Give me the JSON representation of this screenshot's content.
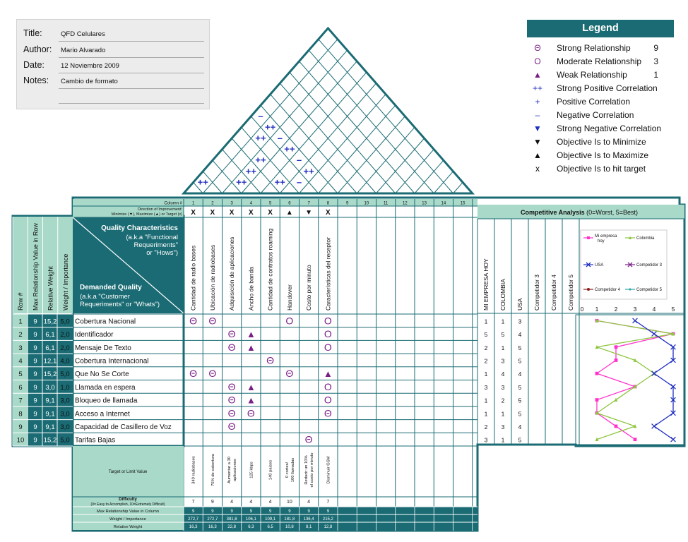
{
  "info": {
    "title_label": "Title:",
    "title": "QFD Celulares",
    "author_label": "Author:",
    "author": "Mario Alvarado",
    "date_label": "Date:",
    "date": "12 Noviembre 2009",
    "notes_label": "Notes:",
    "notes": "Cambio de formato"
  },
  "legend": {
    "header": "Legend",
    "items": [
      {
        "symbol": "Θ",
        "label": "Strong Relationship",
        "weight": "9",
        "color": "#7a1f85"
      },
      {
        "symbol": "O",
        "label": "Moderate Relationship",
        "weight": "3",
        "color": "#7a1f85"
      },
      {
        "symbol": "▲",
        "label": "Weak Relationship",
        "weight": "1",
        "color": "#7a1f85"
      },
      {
        "symbol": "++",
        "label": "Strong Positive Correlation",
        "weight": "",
        "color": "#1f2fbf"
      },
      {
        "symbol": "+",
        "label": "Positive Correlation",
        "weight": "",
        "color": "#1f2fbf"
      },
      {
        "symbol": "–",
        "label": "Negative Correlation",
        "weight": "",
        "color": "#1f2fbf"
      },
      {
        "symbol": "▼",
        "label": "Strong Negative Correlation",
        "weight": "",
        "color": "#1f2fbf"
      },
      {
        "symbol": "▼",
        "label": "Objective Is to Minimize",
        "weight": "",
        "color": "#111111"
      },
      {
        "symbol": "▲",
        "label": "Objective Is to Maximize",
        "weight": "",
        "color": "#111111"
      },
      {
        "symbol": "x",
        "label": "Objective Is to hit target",
        "weight": "",
        "color": "#111111"
      }
    ]
  },
  "labels": {
    "column_num": "Column #",
    "direction1": "Direction of Improvement:",
    "direction2": "Minimize (▼), Maximize (▲) or Target (x)",
    "quality_title": "Quality Characteristics",
    "quality_sub": [
      "(a.k.a \"Functional",
      "Requeriments\"",
      "or \"Hows\")"
    ],
    "demanded_title": "Demanded Quality",
    "demanded_sub": [
      "(a.k.a \"Customer",
      "Requeriments\" or \"Whats\")"
    ],
    "row_headers": [
      "Row #",
      "Max Relationship Value in Row",
      "Relative Weight",
      "Weight / Importance"
    ],
    "competitive_title": "Competitive Analysis",
    "competitive_note": "(0=Worst, 5=Best)",
    "target_label": "Target or Limit Value",
    "difficulty_label": "Difficulty",
    "difficulty_note": "(0= Easy to Accomplish, 10=Extremely Difficult)",
    "maxrel_label": "Max Relationship Value in Column",
    "weight_label": "Weight / Importance",
    "relweight_label": "Relative Weight"
  },
  "columns": [
    {
      "num": "1",
      "dir": "X",
      "name": "Cantidad de radio bases",
      "target": [
        "340 radiobases"
      ],
      "difficulty": "7",
      "maxrel": "9",
      "weight": "272,7",
      "relweight": "16,3"
    },
    {
      "num": "2",
      "dir": "X",
      "name": "Ubicación de radiobases",
      "target": [
        "75% de cobertura"
      ],
      "difficulty": "9",
      "maxrel": "9",
      "weight": "272,7",
      "relweight": "16,3"
    },
    {
      "num": "3",
      "dir": "X",
      "name": "Adquisición de aplicaciones",
      "target": [
        "Aumentar a 30",
        "aplicaciones"
      ],
      "difficulty": "4",
      "maxrel": "9",
      "weight": "381,8",
      "relweight": "22,8"
    },
    {
      "num": "4",
      "dir": "X",
      "name": "Ancho de banda",
      "target": [
        "125 kbps"
      ],
      "difficulty": "4",
      "maxrel": "9",
      "weight": "106,1",
      "relweight": "6,3"
    },
    {
      "num": "5",
      "dir": "X",
      "name": "Cantidad de contratos roaming",
      "target": [
        "140 países"
      ],
      "difficulty": "4",
      "maxrel": "9",
      "weight": "109,1",
      "relweight": "6,5"
    },
    {
      "num": "6",
      "dir": "▲",
      "name": "Handover",
      "target": [
        "0 cortes/",
        "100 llamadas"
      ],
      "difficulty": "10",
      "maxrel": "9",
      "weight": "181,8",
      "relweight": "10,8"
    },
    {
      "num": "7",
      "dir": "▼",
      "name": "Costo por minuto",
      "target": [
        "Reducir un 10%",
        "el costo por minuto"
      ],
      "difficulty": "4",
      "maxrel": "9",
      "weight": "136,4",
      "relweight": "8,1"
    },
    {
      "num": "8",
      "dir": "X",
      "name": "Características del receptor",
      "target": [
        "Disminuir GSM"
      ],
      "difficulty": "7",
      "maxrel": "9",
      "weight": "215,2",
      "relweight": "12,8"
    },
    {
      "num": "9",
      "dir": "",
      "name": "",
      "target": [],
      "difficulty": "",
      "maxrel": "",
      "weight": "",
      "relweight": ""
    },
    {
      "num": "10",
      "dir": "",
      "name": "",
      "target": [],
      "difficulty": "",
      "maxrel": "",
      "weight": "",
      "relweight": ""
    },
    {
      "num": "11",
      "dir": "",
      "name": "",
      "target": [],
      "difficulty": "",
      "maxrel": "",
      "weight": "",
      "relweight": ""
    },
    {
      "num": "12",
      "dir": "",
      "name": "",
      "target": [],
      "difficulty": "",
      "maxrel": "",
      "weight": "",
      "relweight": ""
    },
    {
      "num": "13",
      "dir": "",
      "name": "",
      "target": [],
      "difficulty": "",
      "maxrel": "",
      "weight": "",
      "relweight": ""
    },
    {
      "num": "14",
      "dir": "",
      "name": "",
      "target": [],
      "difficulty": "",
      "maxrel": "",
      "weight": "",
      "relweight": ""
    },
    {
      "num": "15",
      "dir": "",
      "name": "",
      "target": [],
      "difficulty": "",
      "maxrel": "",
      "weight": "",
      "relweight": ""
    }
  ],
  "rows": [
    {
      "num": "1",
      "max": "9",
      "rel": "15,2",
      "weight": "5,0",
      "name": "Cobertura Nacional",
      "cells": {
        "1": "S",
        "2": "S",
        "6": "M",
        "8": "M"
      },
      "comp": [
        "1",
        "1",
        "3"
      ]
    },
    {
      "num": "2",
      "max": "9",
      "rel": "6,1",
      "weight": "2,0",
      "name": "Identificador",
      "cells": {
        "3": "S",
        "4": "W",
        "8": "M"
      },
      "comp": [
        "5",
        "5",
        "4"
      ]
    },
    {
      "num": "3",
      "max": "9",
      "rel": "6,1",
      "weight": "2,0",
      "name": "Mensaje De Texto",
      "cells": {
        "3": "S",
        "4": "W",
        "8": "M"
      },
      "comp": [
        "2",
        "1",
        "5"
      ]
    },
    {
      "num": "4",
      "max": "9",
      "rel": "12,1",
      "weight": "4,0",
      "name": "Cobertura Internacional",
      "cells": {
        "5": "S"
      },
      "comp": [
        "2",
        "3",
        "5"
      ]
    },
    {
      "num": "5",
      "max": "9",
      "rel": "15,2",
      "weight": "5,0",
      "name": "Que No Se Corte",
      "cells": {
        "1": "S",
        "2": "S",
        "6": "S",
        "8": "W"
      },
      "comp": [
        "1",
        "4",
        "4"
      ]
    },
    {
      "num": "6",
      "max": "9",
      "rel": "3,0",
      "weight": "1,0",
      "name": "Llamada en espera",
      "cells": {
        "3": "S",
        "4": "W",
        "8": "M"
      },
      "comp": [
        "3",
        "3",
        "5"
      ]
    },
    {
      "num": "7",
      "max": "9",
      "rel": "9,1",
      "weight": "3,0",
      "name": "Bloqueo de llamada",
      "cells": {
        "3": "S",
        "4": "W",
        "8": "M"
      },
      "comp": [
        "1",
        "2",
        "5"
      ]
    },
    {
      "num": "8",
      "max": "9",
      "rel": "9,1",
      "weight": "3,0",
      "name": "Acceso a Internet",
      "cells": {
        "3": "S",
        "4": "S",
        "8": "S"
      },
      "comp": [
        "1",
        "1",
        "5"
      ]
    },
    {
      "num": "9",
      "max": "9",
      "rel": "9,1",
      "weight": "3,0",
      "name": "Capacidad de Casillero de Voz",
      "cells": {
        "3": "S"
      },
      "comp": [
        "2",
        "3",
        "4"
      ]
    },
    {
      "num": "10",
      "max": "9",
      "rel": "15,2",
      "weight": "5,0",
      "name": "Tarifas Bajas",
      "cells": {
        "7": "S"
      },
      "comp": [
        "3",
        "1",
        "5"
      ]
    }
  ],
  "competitors": [
    "MI EMPRESA HOY",
    "COLOMBIA",
    "USA",
    "Competidor 3",
    "Competidor 4",
    "Competidor 5"
  ],
  "roof": [
    {
      "pair": [
        1,
        2
      ],
      "symbol": "++"
    },
    {
      "pair": [
        3,
        4
      ],
      "symbol": "++"
    },
    {
      "pair": [
        5,
        6
      ],
      "symbol": "++"
    },
    {
      "pair": [
        6,
        7
      ],
      "symbol": "–"
    },
    {
      "pair": [
        3,
        5
      ],
      "symbol": "++"
    },
    {
      "pair": [
        6,
        8
      ],
      "symbol": "++"
    },
    {
      "pair": [
        3,
        6
      ],
      "symbol": "++"
    },
    {
      "pair": [
        5,
        8
      ],
      "symbol": "–"
    },
    {
      "pair": [
        4,
        8
      ],
      "symbol": "++"
    },
    {
      "pair": [
        2,
        7
      ],
      "symbol": "++"
    },
    {
      "pair": [
        3,
        8
      ],
      "symbol": "–"
    },
    {
      "pair": [
        2,
        8
      ],
      "symbol": "++"
    },
    {
      "pair": [
        1,
        8
      ],
      "symbol": "–"
    }
  ],
  "chart_data": {
    "type": "line",
    "orientation": "horizontal-values",
    "x_ticks": [
      "0",
      "1",
      "2",
      "3",
      "4",
      "5"
    ],
    "xlim": [
      0,
      5
    ],
    "rows": [
      "1",
      "2",
      "3",
      "4",
      "5",
      "6",
      "7",
      "8",
      "9",
      "10"
    ],
    "series": [
      {
        "name": "Mi empresa hoy",
        "color": "#ff33cc",
        "marker": "square",
        "values": [
          1,
          5,
          2,
          2,
          1,
          3,
          1,
          1,
          2,
          3
        ]
      },
      {
        "name": "Colombia",
        "color": "#8dc63f",
        "marker": "triangle",
        "values": [
          1,
          5,
          1,
          3,
          4,
          3,
          2,
          1,
          3,
          1
        ]
      },
      {
        "name": "USA",
        "color": "#1f2fbf",
        "marker": "x",
        "values": [
          3,
          4,
          5,
          5,
          4,
          5,
          5,
          5,
          4,
          5
        ]
      },
      {
        "name": "Competidor 3",
        "color": "#7a1f85",
        "marker": "x",
        "values": []
      },
      {
        "name": "Competidor 4",
        "color": "#8b1a1a",
        "marker": "circle",
        "values": []
      },
      {
        "name": "Competidor 5",
        "color": "#2aa7a7",
        "marker": "diamond",
        "values": []
      }
    ]
  },
  "colors": {
    "teal": "#1a6b73",
    "mint": "#a8d9c9",
    "symbol": "#7a1f85",
    "roof": "#1f2fbf"
  }
}
